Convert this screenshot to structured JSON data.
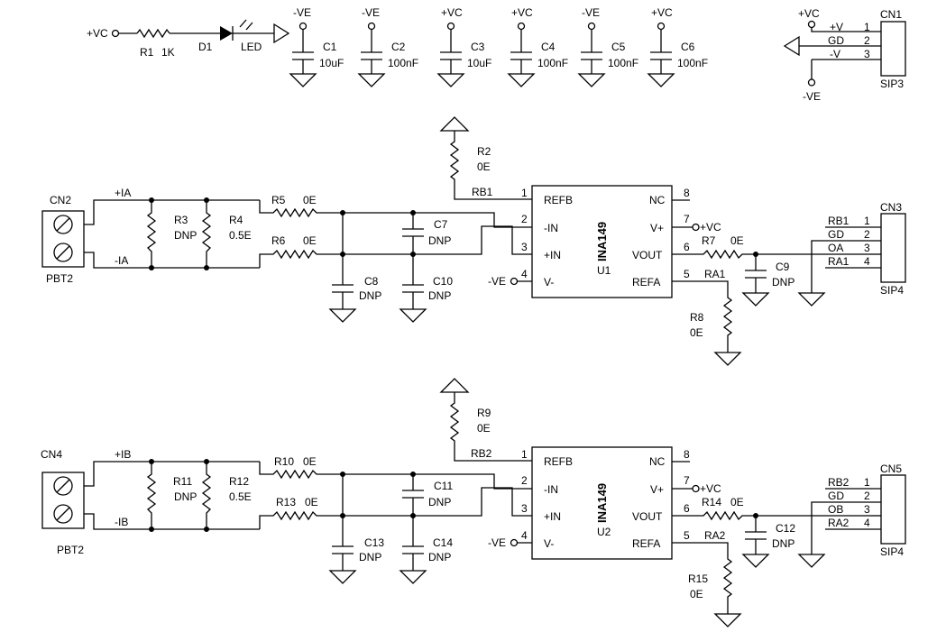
{
  "power": {
    "r1": {
      "label": "R1",
      "value": "1K"
    },
    "d1": {
      "label": "D1",
      "value": "LED"
    },
    "vc_in": "+VC",
    "caps": [
      {
        "label": "C1",
        "value": "10uF",
        "rail": "-VE"
      },
      {
        "label": "C2",
        "value": "100nF",
        "rail": "-VE"
      },
      {
        "label": "C3",
        "value": "10uF",
        "rail": "+VC"
      },
      {
        "label": "C4",
        "value": "100nF",
        "rail": "+VC"
      },
      {
        "label": "C5",
        "value": "100nF",
        "rail": "-VE"
      },
      {
        "label": "C6",
        "value": "100nF",
        "rail": "+VC"
      }
    ]
  },
  "cn1": {
    "label": "CN1",
    "type": "SIP3",
    "vc": "+VC",
    "ve": "-VE",
    "pins": [
      {
        "num": "1",
        "net": "+V"
      },
      {
        "num": "2",
        "net": "GD"
      },
      {
        "num": "3",
        "net": "-V"
      }
    ]
  },
  "channels": [
    {
      "cn_in": "CN2",
      "cn_in_type": "PBT2",
      "net_p": "+IA",
      "net_n": "-IA",
      "r_shunt_dnp": {
        "label": "R3",
        "value": "DNP"
      },
      "r_shunt": {
        "label": "R4",
        "value": "0.5E"
      },
      "r_in1": {
        "label": "R5",
        "value": "0E"
      },
      "r_in2": {
        "label": "R6",
        "value": "0E"
      },
      "c_diff": {
        "label": "C7",
        "value": "DNP"
      },
      "c_gnd1": {
        "label": "C8",
        "value": "DNP"
      },
      "c_gnd2": {
        "label": "C10",
        "value": "DNP"
      },
      "r_refb": {
        "label": "R2",
        "value": "0E",
        "net": "RB1"
      },
      "ic": {
        "part": "INA149",
        "ref": "U1",
        "pins_left": [
          {
            "num": "1",
            "name": "REFB"
          },
          {
            "num": "2",
            "name": "-IN"
          },
          {
            "num": "3",
            "name": "+IN"
          },
          {
            "num": "4",
            "name": "V-"
          }
        ],
        "pins_right": [
          {
            "num": "8",
            "name": "NC"
          },
          {
            "num": "7",
            "name": "V+"
          },
          {
            "num": "6",
            "name": "VOUT"
          },
          {
            "num": "5",
            "name": "REFA"
          }
        ]
      },
      "ve": "-VE",
      "vc": "+VC",
      "r_out": {
        "label": "R7",
        "value": "0E"
      },
      "c_out": {
        "label": "C9",
        "value": "DNP"
      },
      "r_refa": {
        "label": "R8",
        "value": "0E",
        "net": "RA1"
      },
      "cn_out": "CN3",
      "cn_out_type": "SIP4",
      "out_pins": [
        {
          "num": "1",
          "net": "RB1"
        },
        {
          "num": "2",
          "net": "GD"
        },
        {
          "num": "3",
          "net": "OA"
        },
        {
          "num": "4",
          "net": "RA1"
        }
      ]
    },
    {
      "cn_in": "CN4",
      "cn_in_type": "PBT2",
      "net_p": "+IB",
      "net_n": "-IB",
      "r_shunt_dnp": {
        "label": "R11",
        "value": "DNP"
      },
      "r_shunt": {
        "label": "R12",
        "value": "0.5E"
      },
      "r_in1": {
        "label": "R10",
        "value": "0E"
      },
      "r_in2": {
        "label": "R13",
        "value": "0E"
      },
      "c_diff": {
        "label": "C11",
        "value": "DNP"
      },
      "c_gnd1": {
        "label": "C13",
        "value": "DNP"
      },
      "c_gnd2": {
        "label": "C14",
        "value": "DNP"
      },
      "r_refb": {
        "label": "R9",
        "value": "0E",
        "net": "RB2"
      },
      "ic": {
        "part": "INA149",
        "ref": "U2",
        "pins_left": [
          {
            "num": "1",
            "name": "REFB"
          },
          {
            "num": "2",
            "name": "-IN"
          },
          {
            "num": "3",
            "name": "+IN"
          },
          {
            "num": "4",
            "name": "V-"
          }
        ],
        "pins_right": [
          {
            "num": "8",
            "name": "NC"
          },
          {
            "num": "7",
            "name": "V+"
          },
          {
            "num": "6",
            "name": "VOUT"
          },
          {
            "num": "5",
            "name": "REFA"
          }
        ]
      },
      "ve": "-VE",
      "vc": "+VC",
      "r_out": {
        "label": "R14",
        "value": "0E"
      },
      "c_out": {
        "label": "C12",
        "value": "DNP"
      },
      "r_refa": {
        "label": "R15",
        "value": "0E",
        "net": "RA2"
      },
      "cn_out": "CN5",
      "cn_out_type": "SIP4",
      "out_pins": [
        {
          "num": "1",
          "net": "RB2"
        },
        {
          "num": "2",
          "net": "GD"
        },
        {
          "num": "3",
          "net": "OB"
        },
        {
          "num": "4",
          "net": "RA2"
        }
      ]
    }
  ]
}
